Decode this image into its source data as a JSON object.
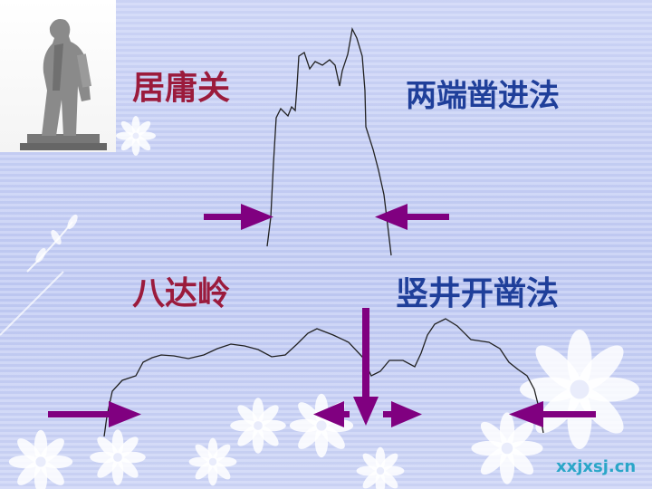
{
  "labels": {
    "juyongguan": "居庸关",
    "liangduan": "两端凿进法",
    "badaling": "八达岭",
    "shujing": "竖井开凿法"
  },
  "watermark": "xxjxsj.cn",
  "colors": {
    "arrow": "#800080",
    "label_red": "#9b1b3c",
    "label_blue": "#1f3f9a",
    "watermark": "#2aa6c8"
  }
}
